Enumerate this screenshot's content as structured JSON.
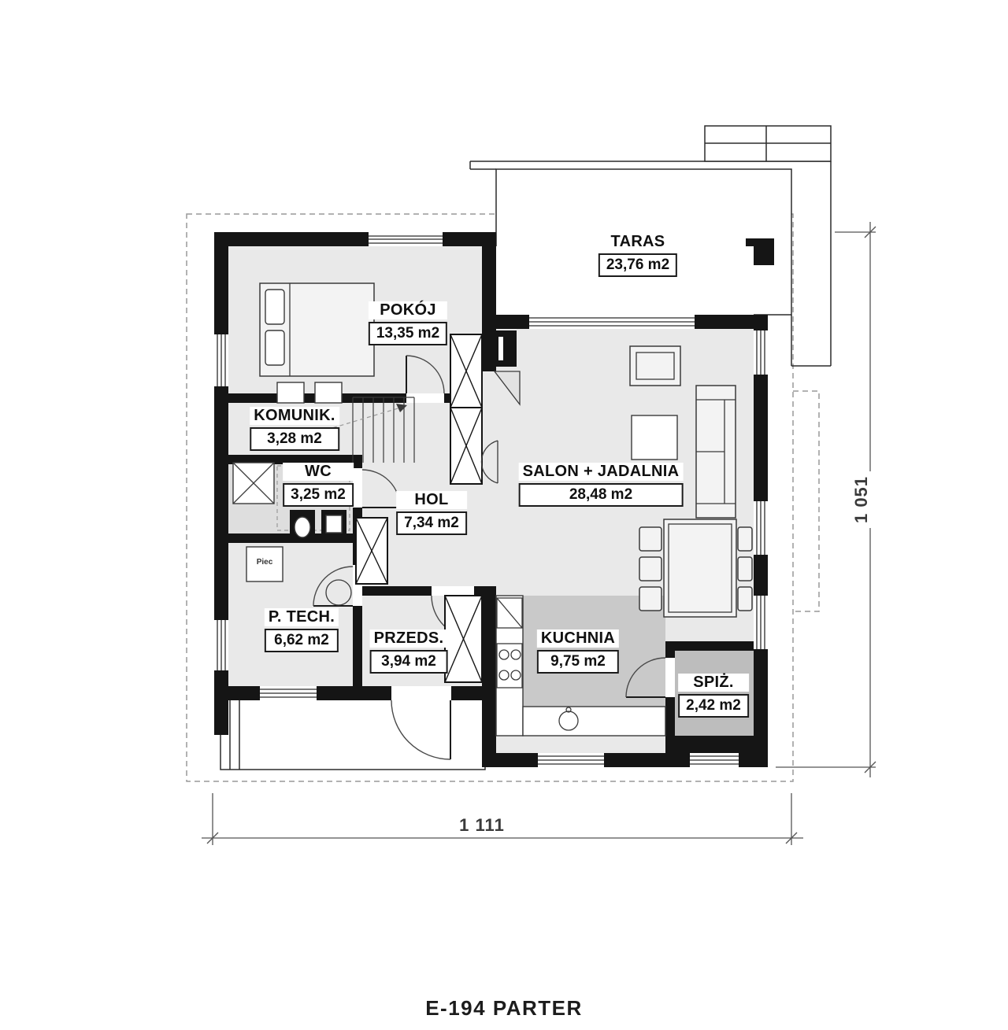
{
  "title": "E-194 PARTER",
  "dimensions": {
    "width_label": "1 111",
    "height_label": "1 051"
  },
  "rooms": [
    {
      "id": "taras",
      "name": "TARAS",
      "area": "23,76 m2"
    },
    {
      "id": "pokoj",
      "name": "POKÓJ",
      "area": "13,35 m2"
    },
    {
      "id": "komunik",
      "name": "KOMUNIK.",
      "area": "3,28 m2"
    },
    {
      "id": "wc",
      "name": "WC",
      "area": "3,25 m2"
    },
    {
      "id": "hol",
      "name": "HOL",
      "area": "7,34 m2"
    },
    {
      "id": "salon-jadalnia",
      "name": "SALON + JADALNIA",
      "area": "28,48 m2"
    },
    {
      "id": "p-tech",
      "name": "P. TECH.",
      "area": "6,62 m2"
    },
    {
      "id": "przeds",
      "name": "PRZEDS.",
      "area": "3,94 m2"
    },
    {
      "id": "kuchnia",
      "name": "KUCHNIA",
      "area": "9,75 m2"
    },
    {
      "id": "spiz",
      "name": "SPIŻ.",
      "area": "2,42 m2"
    }
  ],
  "annotations": {
    "furnace_label": "Piec"
  },
  "colors": {
    "wall": "#151515",
    "floor": "#e9e9e9",
    "floor-dark": "#c9c9c9",
    "floor-pantry": "#bdbdbd",
    "dash": "#999999"
  }
}
